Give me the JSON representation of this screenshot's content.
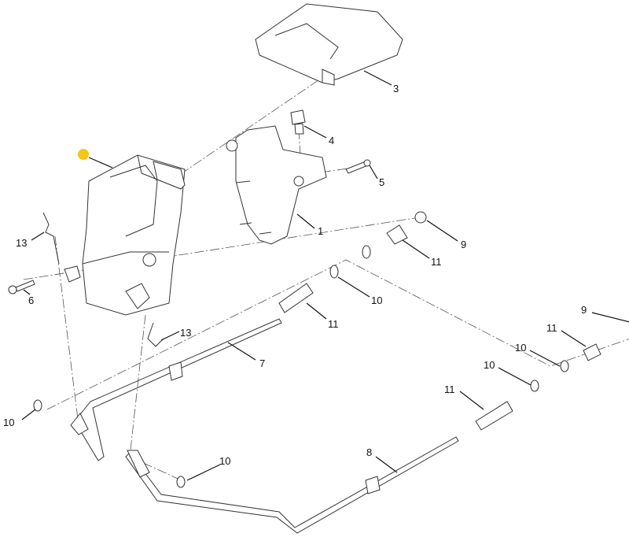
{
  "diagram": {
    "highlight_color": "#F5C518",
    "callouts": [
      {
        "id": "c3",
        "label": "3"
      },
      {
        "id": "c4",
        "label": "4"
      },
      {
        "id": "c5",
        "label": "5"
      },
      {
        "id": "c1",
        "label": "1"
      },
      {
        "id": "c9a",
        "label": "9"
      },
      {
        "id": "c11a",
        "label": "11"
      },
      {
        "id": "c13a",
        "label": "13"
      },
      {
        "id": "c6",
        "label": "6"
      },
      {
        "id": "c10a",
        "label": "10"
      },
      {
        "id": "c11b",
        "label": "11"
      },
      {
        "id": "c13b",
        "label": "13"
      },
      {
        "id": "c7",
        "label": "7"
      },
      {
        "id": "c9b",
        "label": "9"
      },
      {
        "id": "c11c",
        "label": "11"
      },
      {
        "id": "c10b",
        "label": "10"
      },
      {
        "id": "c10c",
        "label": "10"
      },
      {
        "id": "c11d",
        "label": "11"
      },
      {
        "id": "c10d",
        "label": "10"
      },
      {
        "id": "c10e",
        "label": "10"
      },
      {
        "id": "c8",
        "label": "8"
      }
    ]
  }
}
